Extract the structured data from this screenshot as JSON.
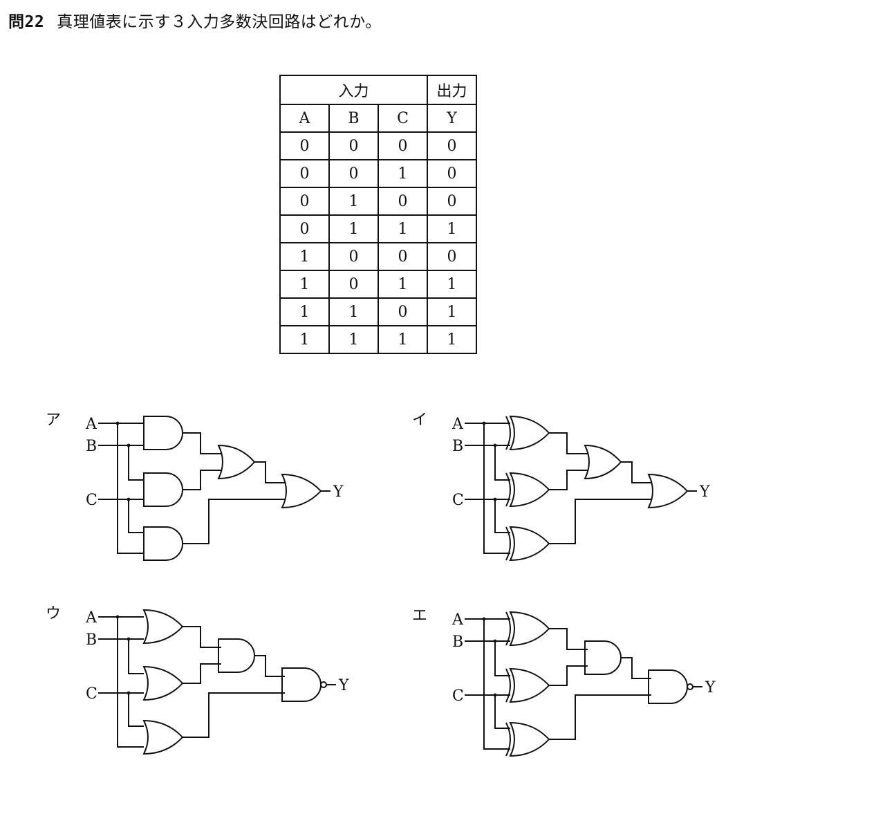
{
  "question": {
    "number": "問22",
    "text": "真理値表に示す３入力多数決回路はどれか。"
  },
  "truth_table": {
    "group_headers": [
      "入力",
      "出力"
    ],
    "columns": [
      "A",
      "B",
      "C",
      "Y"
    ],
    "rows": [
      [
        "0",
        "0",
        "0",
        "0"
      ],
      [
        "0",
        "0",
        "1",
        "0"
      ],
      [
        "0",
        "1",
        "0",
        "0"
      ],
      [
        "0",
        "1",
        "1",
        "1"
      ],
      [
        "1",
        "0",
        "0",
        "0"
      ],
      [
        "1",
        "0",
        "1",
        "1"
      ],
      [
        "1",
        "1",
        "0",
        "1"
      ],
      [
        "1",
        "1",
        "1",
        "1"
      ]
    ]
  },
  "circuits": [
    {
      "option": "ア",
      "inputs": [
        "A",
        "B",
        "C"
      ],
      "output": "Y",
      "first_stage": "AND",
      "second_stage": "OR",
      "final": "OR"
    },
    {
      "option": "イ",
      "inputs": [
        "A",
        "B",
        "C"
      ],
      "output": "Y",
      "first_stage": "XOR",
      "second_stage": "OR",
      "final": "OR"
    },
    {
      "option": "ウ",
      "inputs": [
        "A",
        "B",
        "C"
      ],
      "output": "Y",
      "first_stage": "OR",
      "second_stage": "AND",
      "final": "NAND"
    },
    {
      "option": "エ",
      "inputs": [
        "A",
        "B",
        "C"
      ],
      "output": "Y",
      "first_stage": "XOR",
      "second_stage": "AND",
      "final": "NAND"
    }
  ]
}
